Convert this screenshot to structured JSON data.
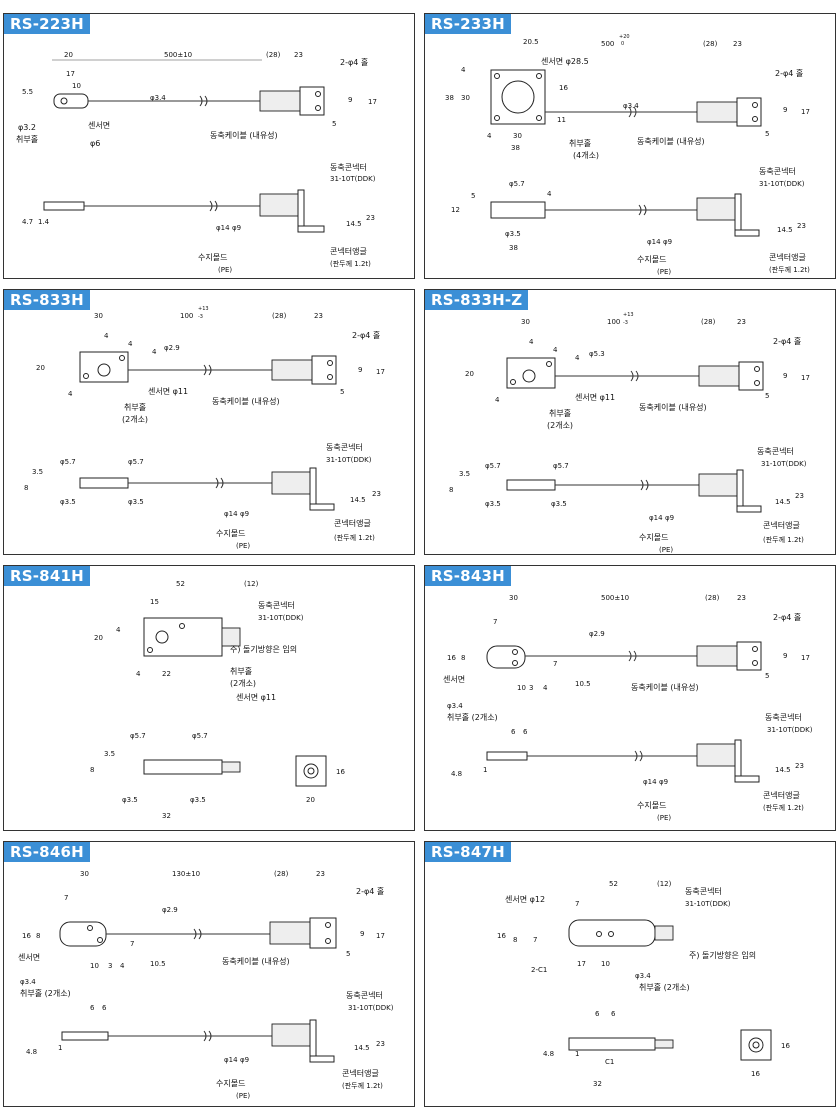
{
  "panels": [
    {
      "title": "RS-223H",
      "labels": {
        "len_main": "500±10",
        "d20": "20",
        "d28": "(28)",
        "d23": "23",
        "holes": "2-φ4 홀",
        "d17a": "17",
        "d10": "10",
        "d55": "5.5",
        "phi34": "φ3.4",
        "d9": "9",
        "d17b": "17",
        "d5": "5",
        "phi32": "φ3.2",
        "mount": "취부홀",
        "sensor": "센서면",
        "phi6": "φ6",
        "cable": "동축케이블 (내유성)",
        "conn": "동축콘넥터",
        "conn_model": "31-10T(DDK)",
        "d47": "4.7",
        "d14": "1.4",
        "phi14": "φ14",
        "phi9": "φ9",
        "d145": "14.5",
        "d23b": "23",
        "mold": "수지몰드",
        "pe": "(PE)",
        "angle": "콘넥터앵글",
        "thick": "(판두께 1.2t)"
      }
    },
    {
      "title": "RS-233H",
      "labels": {
        "d205": "20.5",
        "len_main": "500",
        "tol_up": "+20",
        "tol_dn": "0",
        "d28": "(28)",
        "d23": "23",
        "sensor": "센서면 φ28.5",
        "holes": "2-φ4 홀",
        "d4": "4",
        "d38": "38",
        "d30": "30",
        "d16": "16",
        "phi34": "φ3.4",
        "d9": "9",
        "d17": "17",
        "d11": "11",
        "d4b": "4",
        "d30b": "30",
        "d5": "5",
        "d38b": "38",
        "mount": "취부홀",
        "count": "(4개소)",
        "cable": "동축케이블 (내유성)",
        "phi57": "φ5.7",
        "d5b": "5",
        "d12": "12",
        "d4c": "4",
        "phi35": "φ3.5",
        "d38c": "38",
        "conn": "동축콘넥터",
        "conn_model": "31-10T(DDK)",
        "phi14": "φ14",
        "phi9": "φ9",
        "d145": "14.5",
        "d23b": "23",
        "mold": "수지몰드",
        "pe": "(PE)",
        "angle": "콘넥터앵글",
        "thick": "(판두께 1.2t)"
      }
    },
    {
      "title": "RS-833H",
      "labels": {
        "d30": "30",
        "len_main": "100",
        "tol_up": "+13",
        "tol_dn": "-3",
        "d28": "(28)",
        "d23": "23",
        "d4a": "4",
        "d4b": "4",
        "d4c": "4",
        "phi29": "φ2.9",
        "holes": "2-φ4 홀",
        "d20": "20",
        "d9": "9",
        "d17": "17",
        "d4d": "4",
        "d5": "5",
        "sensor": "센서면 φ11",
        "cable": "동축케이블 (내유성)",
        "mount": "취부홀",
        "count": "(2개소)",
        "phi57a": "φ5.7",
        "phi57b": "φ5.7",
        "d35": "3.5",
        "d8": "8",
        "phi35a": "φ3.5",
        "phi35b": "φ3.5",
        "conn": "동축콘넥터",
        "conn_model": "31-10T(DDK)",
        "phi14": "φ14",
        "phi9": "φ9",
        "d145": "14.5",
        "d23b": "23",
        "mold": "수지몰드",
        "pe": "(PE)",
        "angle": "콘넥터앵글",
        "thick": "(판두께 1.2t)"
      }
    },
    {
      "title": "RS-833H-Z",
      "labels": {
        "d30": "30",
        "len_main": "100",
        "tol_up": "+13",
        "tol_dn": "-3",
        "d28": "(28)",
        "d23": "23",
        "d4a": "4",
        "d4b": "4",
        "d4c": "4",
        "phi53": "φ5.3",
        "holes": "2-φ4 홀",
        "d20": "20",
        "d9": "9",
        "d17": "17",
        "d4d": "4",
        "d5": "5",
        "sensor": "센서면 φ11",
        "cable": "동축케이블 (내유성)",
        "mount": "취부홀",
        "count": "(2개소)",
        "phi57a": "φ5.7",
        "phi57b": "φ5.7",
        "d35": "3.5",
        "d8": "8",
        "phi35a": "φ3.5",
        "phi35b": "φ3.5",
        "conn": "동축콘넥터",
        "conn_model": "31-10T(DDK)",
        "phi14": "φ14",
        "phi9": "φ9",
        "d145": "14.5",
        "d23b": "23",
        "mold": "수지몰드",
        "pe": "(PE)",
        "angle": "콘넥터앵글",
        "thick": "(판두께 1.2t)"
      }
    },
    {
      "title": "RS-841H",
      "labels": {
        "d52": "52",
        "d12": "(12)",
        "d15": "15",
        "conn": "동축콘넥터",
        "conn_model": "31-10T(DDK)",
        "d20": "20",
        "d4a": "4",
        "note": "주) 돌기방향은 임의",
        "d4b": "4",
        "d22": "22",
        "mount": "취부홀",
        "count": "(2개소)",
        "sensor": "센서면 φ11",
        "phi57a": "φ5.7",
        "phi57b": "φ5.7",
        "d35": "3.5",
        "d8": "8",
        "phi35a": "φ3.5",
        "phi35b": "φ3.5",
        "d32": "32",
        "d16": "16",
        "d20b": "20"
      }
    },
    {
      "title": "RS-843H",
      "labels": {
        "d30": "30",
        "len_main": "500±10",
        "d28": "(28)",
        "d23": "23",
        "holes": "2-φ4 홀",
        "d7": "7",
        "phi29": "φ2.9",
        "d16": "16",
        "d8": "8",
        "d9": "9",
        "d17": "17",
        "d7b": "7",
        "sensor": "센서면",
        "d10": "10",
        "d3": "3",
        "d4": "4",
        "d105": "10.5",
        "d5": "5",
        "cable": "동축케이블 (내유성)",
        "phi34": "φ3.4",
        "mount": "취부홀 (2개소)",
        "d6a": "6",
        "d6b": "6",
        "conn": "동축콘넥터",
        "conn_model": "31-10T(DDK)",
        "d48": "4.8",
        "d1": "1",
        "phi14": "φ14",
        "phi9": "φ9",
        "d145": "14.5",
        "d23b": "23",
        "angle": "콘넥터앵글",
        "mold": "수지몰드",
        "thick": "(판두께 1.2t)",
        "pe": "(PE)"
      }
    },
    {
      "title": "RS-846H",
      "labels": {
        "d30": "30",
        "len_main": "130±10",
        "d28": "(28)",
        "d23": "23",
        "holes": "2-φ4 홀",
        "d7": "7",
        "phi29": "φ2.9",
        "d16": "16",
        "d8": "8",
        "d7b": "7",
        "d9": "9",
        "d17": "17",
        "sensor": "센서면",
        "d10": "10",
        "d3": "3",
        "d4": "4",
        "d105": "10.5",
        "d5": "5",
        "cable": "동축케이블 (내유성)",
        "phi34": "φ3.4",
        "mount": "취부홀 (2개소)",
        "d6a": "6",
        "d6b": "6",
        "conn": "동축콘넥터",
        "conn_model": "31-10T(DDK)",
        "d48": "4.8",
        "d1": "1",
        "phi14": "φ14",
        "phi9": "φ9",
        "d145": "14.5",
        "d23b": "23",
        "mold": "수지몰드",
        "pe": "(PE)",
        "angle": "콘넥터앵글",
        "thick": "(판두께 1.2t)"
      }
    },
    {
      "title": "RS-847H",
      "labels": {
        "d52": "52",
        "d12": "(12)",
        "sensor": "센서면 φ12",
        "conn": "동축콘넥터",
        "conn_model": "31-10T(DDK)",
        "d7": "7",
        "d16": "16",
        "d8": "8",
        "d7b": "7",
        "note": "주) 돌기방향은 임의",
        "c1": "2-C1",
        "d17": "17",
        "d10": "10",
        "phi34": "φ3.4",
        "mount": "취부홀 (2개소)",
        "d6a": "6",
        "d6b": "6",
        "d48": "4.8",
        "d1": "1",
        "c1b": "C1",
        "d32": "32",
        "d16b": "16",
        "d16c": "16"
      }
    }
  ]
}
